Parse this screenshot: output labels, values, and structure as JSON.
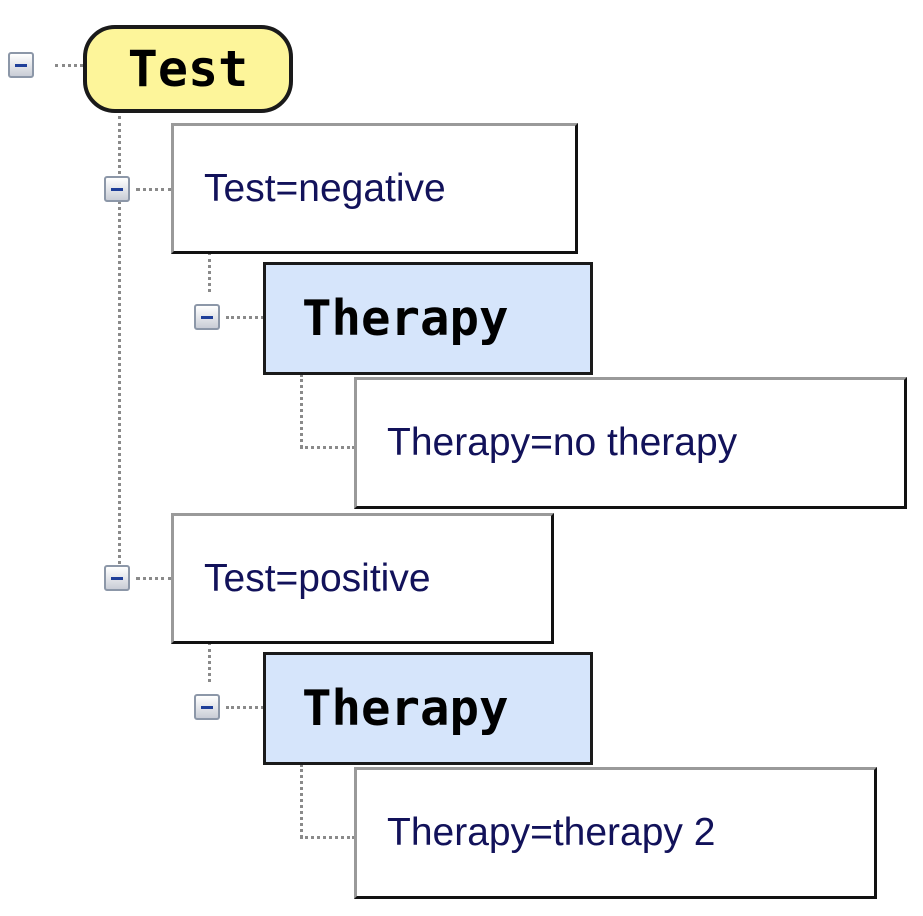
{
  "tree": {
    "root": {
      "label": "Test",
      "children": [
        {
          "label": "Test=negative",
          "decision": {
            "label": "Therapy",
            "leaf": "Therapy=no therapy"
          }
        },
        {
          "label": "Test=positive",
          "decision": {
            "label": "Therapy",
            "leaf": "Therapy=therapy 2"
          }
        }
      ]
    }
  },
  "colors": {
    "chance_fill": "#fdf59a",
    "decision_fill": "#d6e5fb",
    "state_text": "#12125a",
    "toggle_dash": "#1f3f99"
  }
}
